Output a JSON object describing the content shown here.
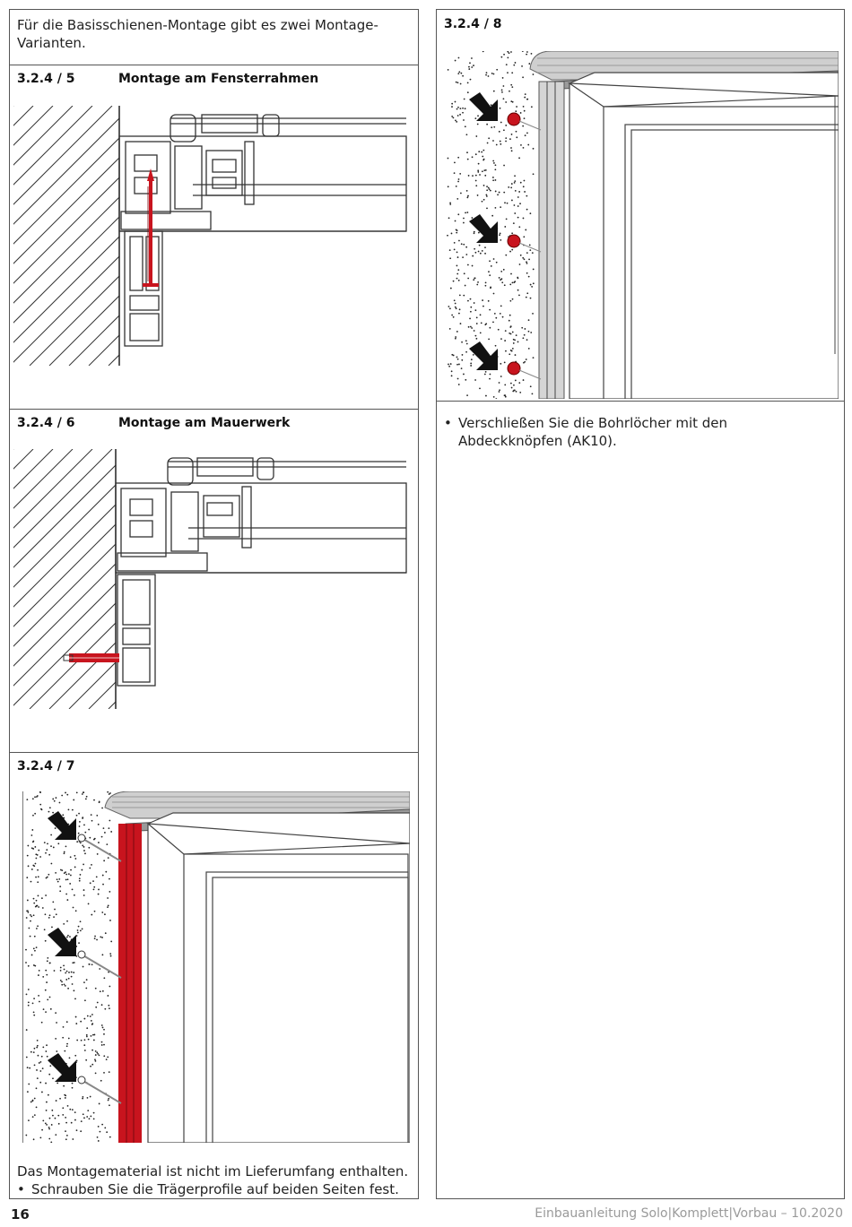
{
  "intro": "Für die Basisschienen-Montage gibt es zwei Montage-Varianten.",
  "sections": {
    "s5": {
      "number": "3.2.4 / 5",
      "title": "Montage am Fensterrahmen"
    },
    "s6": {
      "number": "3.2.4 / 6",
      "title": "Montage am Mauerwerk"
    },
    "s7": {
      "number": "3.2.4 / 7",
      "note": "Das Montagematerial ist nicht im Lieferumfang enthalten.",
      "bullet": "Schrauben Sie die Trägerprofile auf beiden Seiten fest."
    },
    "s8": {
      "number": "3.2.4 / 8",
      "bullet": "Verschließen Sie die Bohrlöcher mit den Abdeckknöpfen (AK10)."
    }
  },
  "footer": {
    "page_number": "16",
    "doc_title": "Einbauanleitung Solo|Komplett|Vorbau – 10.2020"
  },
  "colors": {
    "accent_red": "#c8141e",
    "frame_grey": "#7a7a7a"
  }
}
